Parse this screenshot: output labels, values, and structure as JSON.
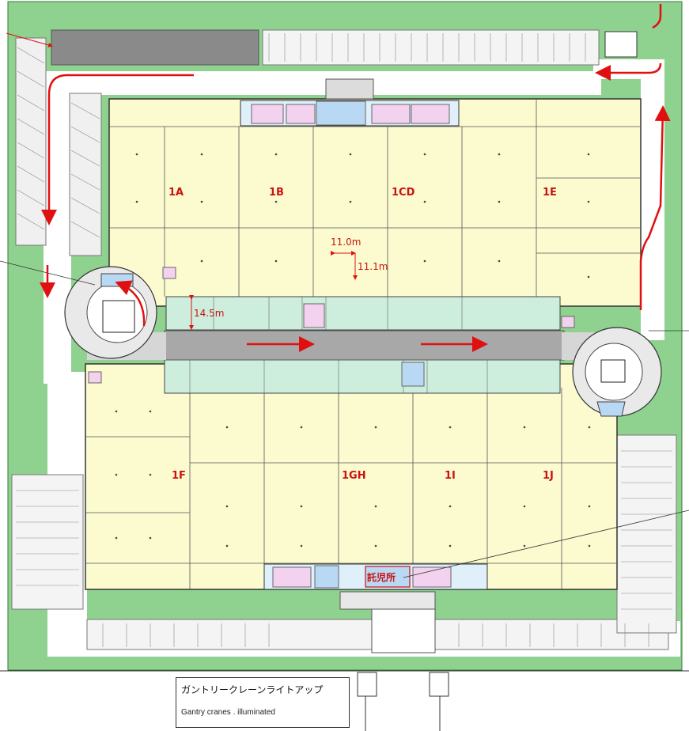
{
  "map": {
    "zones": [
      {
        "id": "1A",
        "label": "1A"
      },
      {
        "id": "1B",
        "label": "1B"
      },
      {
        "id": "1CD",
        "label": "1CD"
      },
      {
        "id": "1E",
        "label": "1E"
      },
      {
        "id": "1F",
        "label": "1F"
      },
      {
        "id": "1GH",
        "label": "1GH"
      },
      {
        "id": "1I",
        "label": "1I"
      },
      {
        "id": "1J",
        "label": "1J"
      }
    ],
    "dimensions": {
      "bay_width": "11.0m",
      "bay_depth": "11.1m",
      "aisle_width": "14.5m"
    },
    "childcare_label": "託児所",
    "colors": {
      "grass": "#8fd18f",
      "zone_fill": "#fbfbcf",
      "aisle_fill": "#cdeedd",
      "road": "#a8a8a8",
      "office_pink": "#f3d2ef",
      "office_blue": "#b9d8f3",
      "arrow": "#e01010"
    }
  },
  "legend": {
    "title_ja": "ガントリークレーンライトアップ",
    "title_en": "Gantry cranes . illuminated"
  }
}
